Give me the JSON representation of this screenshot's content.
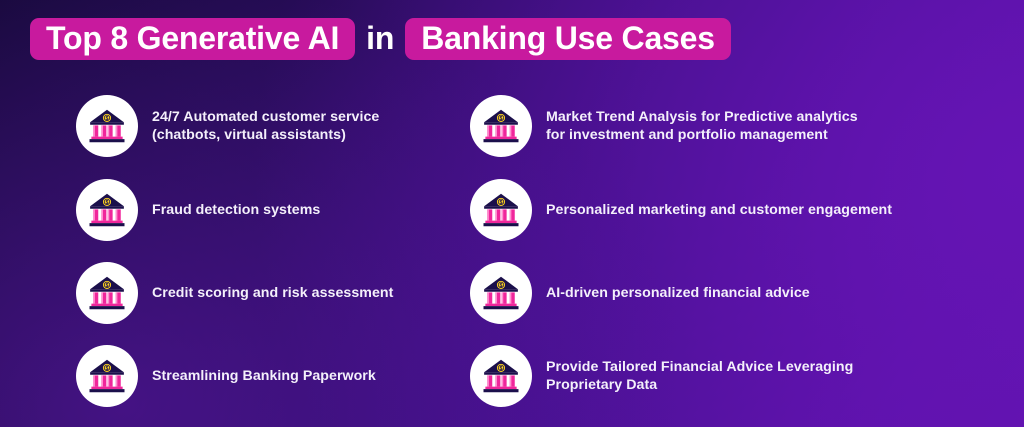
{
  "header": {
    "title_part1": "Top 8 Generative AI",
    "title_separator": "in",
    "title_part2": "Banking Use Cases"
  },
  "colors": {
    "accent_magenta": "#c81a9e",
    "background_dark": "#190a3e",
    "background_purple": "#5f12ad",
    "icon_navy": "#1b0f4b",
    "icon_pink": "#f0269b",
    "icon_coin": "#ffd61f",
    "text_white": "#f4f0fb"
  },
  "left_column": {
    "items": [
      {
        "icon": "bank-icon",
        "label": "24/7 Automated customer service\n(chatbots, virtual assistants)"
      },
      {
        "icon": "bank-icon",
        "label": "Fraud detection systems"
      },
      {
        "icon": "bank-icon",
        "label": "Credit scoring and risk assessment"
      },
      {
        "icon": "bank-icon",
        "label": "Streamlining Banking Paperwork"
      }
    ]
  },
  "right_column": {
    "items": [
      {
        "icon": "bank-icon",
        "label": "Market Trend Analysis for Predictive analytics\nfor investment and portfolio management"
      },
      {
        "icon": "bank-icon",
        "label": "Personalized marketing and customer engagement"
      },
      {
        "icon": "bank-icon",
        "label": "AI-driven personalized financial advice"
      },
      {
        "icon": "bank-icon",
        "label": "Provide Tailored Financial Advice Leveraging\nProprietary Data"
      }
    ]
  }
}
